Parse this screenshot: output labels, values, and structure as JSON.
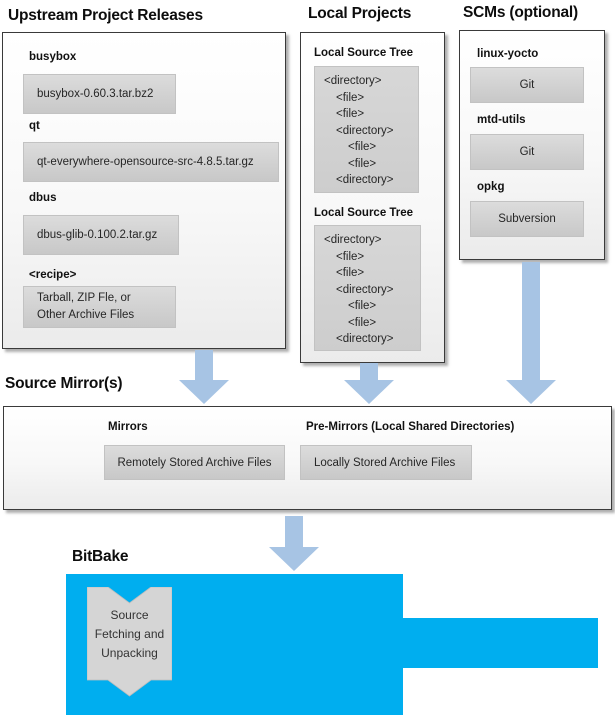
{
  "colors": {
    "accent_cyan": "#00AEEF",
    "arrow_blue": "#A7C4E4",
    "box_gray": "#D2D2D2"
  },
  "upstream": {
    "title": "Upstream Project Releases",
    "items": [
      {
        "label": "busybox",
        "file": "busybox-0.60.3.tar.bz2"
      },
      {
        "label": "qt",
        "file": "qt-everywhere-opensource-src-4.8.5.tar.gz"
      },
      {
        "label": "dbus",
        "file": "dbus-glib-0.100.2.tar.gz"
      },
      {
        "label": "<recipe>",
        "file": "Tarball, ZIP Fle, or\nOther Archive Files"
      }
    ]
  },
  "local": {
    "title": "Local Projects",
    "tree_title": "Local Source Tree",
    "tree_lines": [
      {
        "text": "<directory>",
        "indent": 0
      },
      {
        "text": "<file>",
        "indent": 1
      },
      {
        "text": "<file>",
        "indent": 1
      },
      {
        "text": "<directory>",
        "indent": 1
      },
      {
        "text": "<file>",
        "indent": 2
      },
      {
        "text": "<file>",
        "indent": 2
      },
      {
        "text": "<directory>",
        "indent": 1
      }
    ]
  },
  "scms": {
    "title": "SCMs (optional)",
    "items": [
      {
        "label": "linux-yocto",
        "scm": "Git"
      },
      {
        "label": "mtd-utils",
        "scm": "Git"
      },
      {
        "label": "opkg",
        "scm": "Subversion"
      }
    ]
  },
  "mirrors": {
    "title": "Source Mirror(s)",
    "mirrors_label": "Mirrors",
    "mirrors_value": "Remotely Stored Archive Files",
    "premirrors_label": "Pre-Mirrors (Local Shared Directories)",
    "premirrors_value": "Locally Stored Archive Files"
  },
  "bitbake": {
    "title": "BitBake",
    "ribbon": "Source\nFetching and\nUnpacking"
  }
}
